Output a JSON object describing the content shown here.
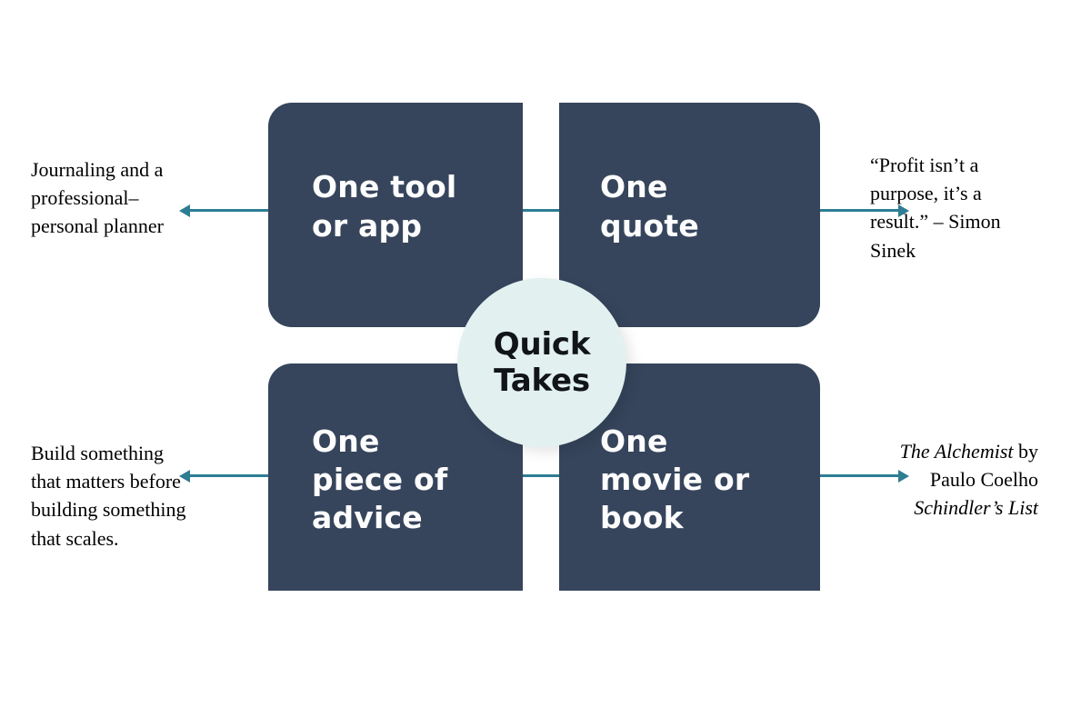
{
  "diagram": {
    "title": "Quick Takes",
    "center": {
      "label": "Quick\nTakes",
      "bg_color": "#e2f0f0",
      "text_color": "#111418"
    },
    "card_color": "#36455c",
    "accent_color": "#2d7d93",
    "background_color": "#ffffff",
    "cards": [
      {
        "id": "one-tool-or-app",
        "label": "One tool\nor app",
        "position": "top-left",
        "arrow_direction": "left",
        "note_plain": "Journaling and a professional–personal planner"
      },
      {
        "id": "one-quote",
        "label": "One\nquote",
        "position": "top-right",
        "arrow_direction": "right",
        "note_plain": "“Profit isn’t a purpose, it’s a result.” – Simon Sinek"
      },
      {
        "id": "one-piece-of-advice",
        "label": "One\npiece of\nadvice",
        "position": "bottom-left",
        "arrow_direction": "left",
        "note_plain": "Build something that matters before building something that scales."
      },
      {
        "id": "one-movie-or-book",
        "label": "One\nmovie or\nbook",
        "position": "bottom-right",
        "arrow_direction": "right",
        "note_plain": "The Alchemist by Paulo Coelho Schindler’s List"
      }
    ],
    "notes": {
      "tool": "Journaling and a professional–personal planner",
      "quote": "“Profit isn’t a purpose, it’s a result.” – Simon Sinek",
      "advice": "Build something that matters before building something that scales.",
      "movie_line1_italic": "The Alchemist",
      "movie_line1_rest": " by",
      "movie_line2": "Paulo Coelho",
      "movie_line3_italic": "Schindler’s List"
    }
  }
}
